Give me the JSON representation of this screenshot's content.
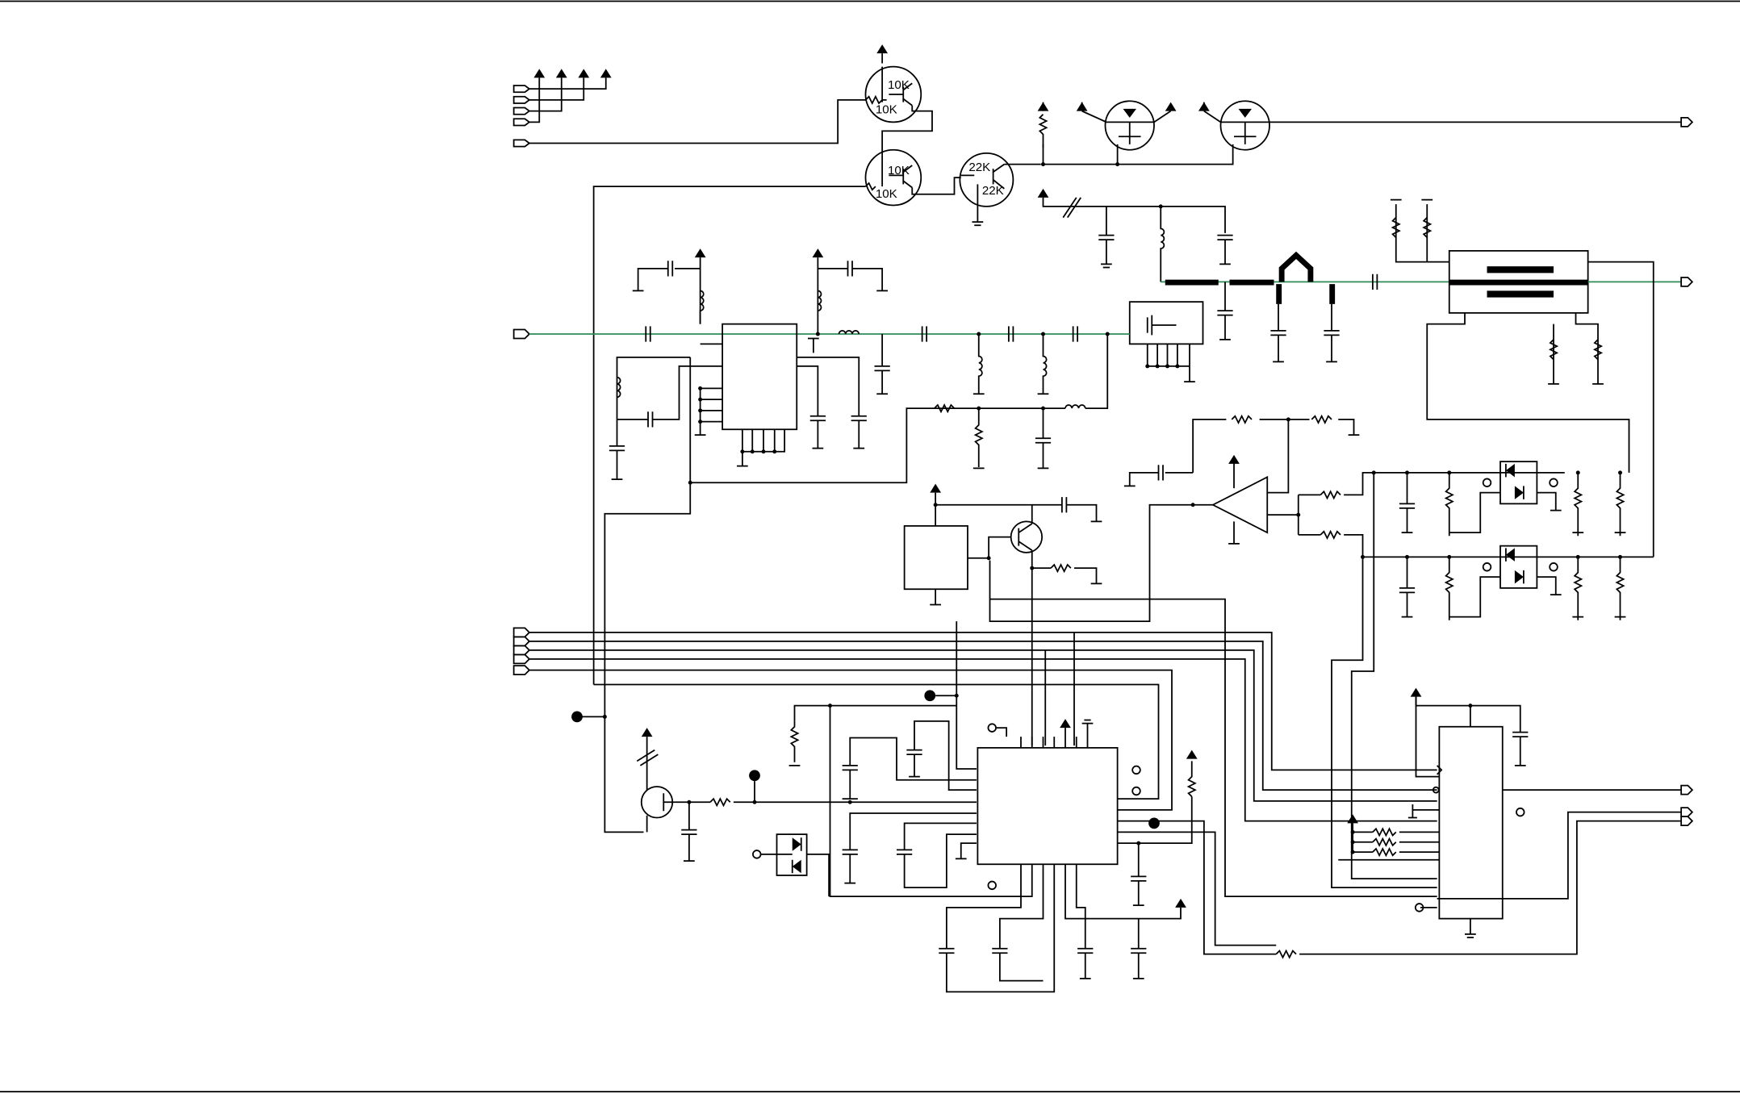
{
  "diagram": {
    "kind": "schematic",
    "resistor_labels": {
      "q_top_r1": "10K",
      "q_top_r2": "10K",
      "q_mid_r1": "10K",
      "q_mid_r2": "10K",
      "q_right_r1": "22K",
      "q_right_r2": "22K"
    }
  },
  "colors": {
    "wire": "#000000",
    "rf_path": "#2e8b57",
    "page": "#ffffff"
  }
}
